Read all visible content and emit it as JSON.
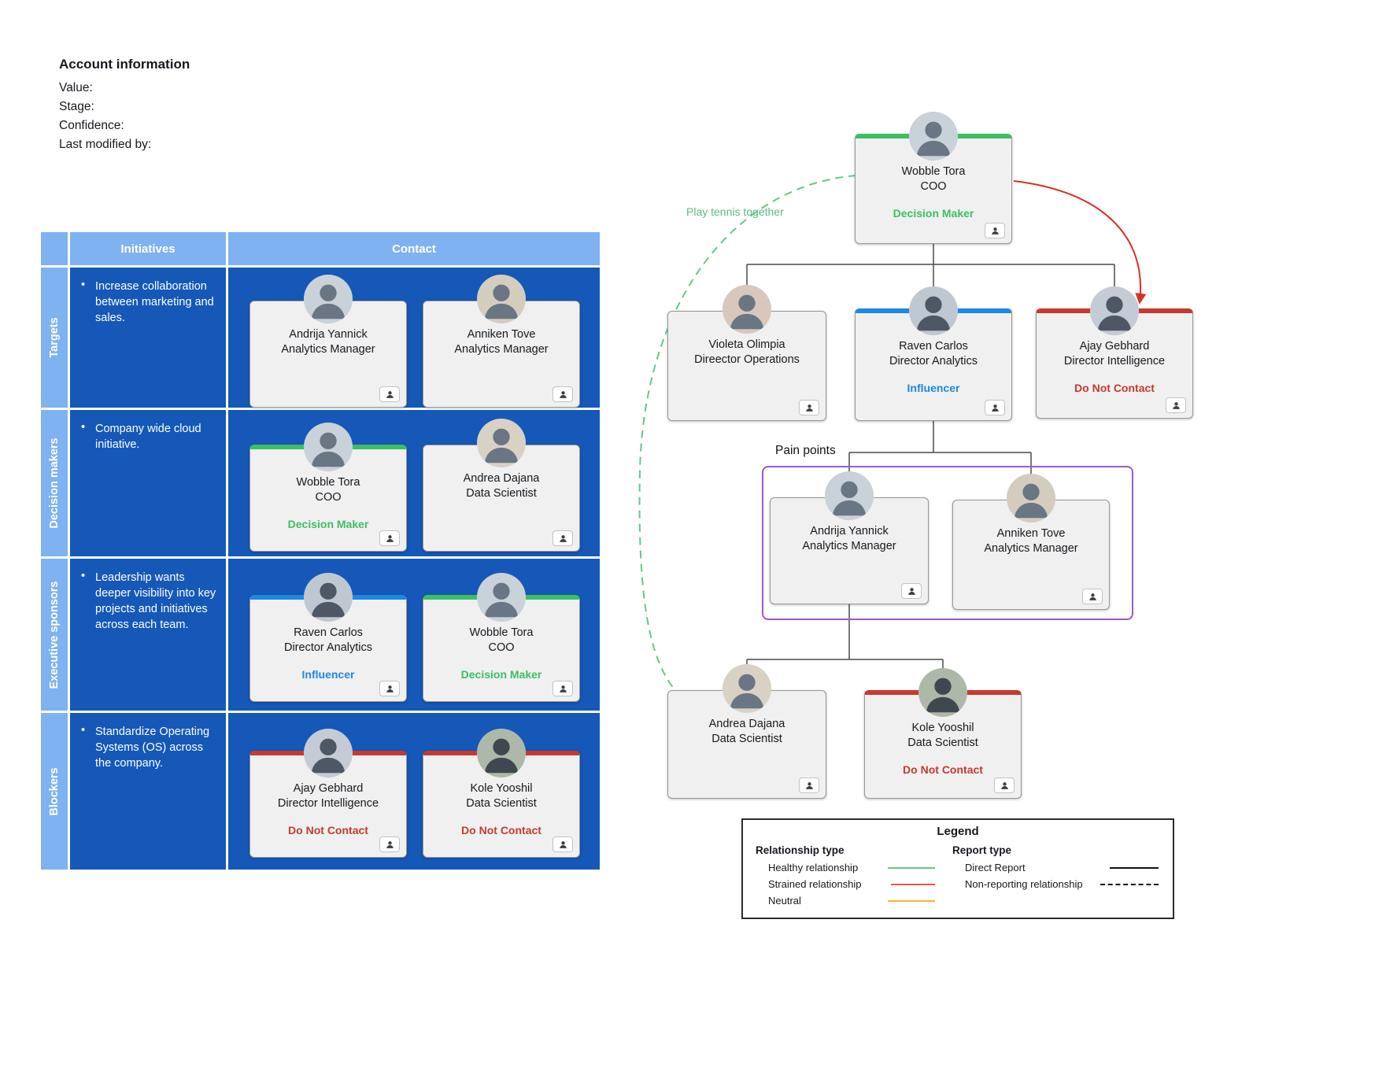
{
  "account_info": {
    "title": "Account information",
    "fields": [
      "Value:",
      "Stage:",
      "Confidence:",
      "Last modified by:"
    ]
  },
  "table": {
    "header": {
      "initiatives": "Initiatives",
      "contact": "Contact"
    },
    "rows": [
      {
        "category": "Targets",
        "initiative": "Increase collaboration between marketing and sales.",
        "contacts": [
          {
            "name": "Andrija Yannick",
            "title": "Analytics Manager",
            "role": ""
          },
          {
            "name": "Anniken Tove",
            "title": "Analytics Manager",
            "role": ""
          }
        ]
      },
      {
        "category": "Decision makers",
        "initiative": "Company wide cloud initiative.",
        "contacts": [
          {
            "name": "Wobble Tora",
            "title": "COO",
            "role": "Decision Maker"
          },
          {
            "name": "Andrea Dajana",
            "title": "Data Scientist",
            "role": ""
          }
        ]
      },
      {
        "category": "Executive sponsors",
        "initiative": "Leadership wants deeper visibility into key projects and initiatives across each team.",
        "contacts": [
          {
            "name": "Raven Carlos",
            "title": "Director Analytics",
            "role": "Influencer"
          },
          {
            "name": "Wobble Tora",
            "title": "COO",
            "role": "Decision Maker"
          }
        ]
      },
      {
        "category": "Blockers",
        "initiative": "Standardize Operating Systems (OS) across the company.",
        "contacts": [
          {
            "name": "Ajay Gebhard",
            "title": "Director Intelligence",
            "role": "Do Not Contact"
          },
          {
            "name": "Kole Yooshil",
            "title": "Data Scientist",
            "role": "Do Not Contact"
          }
        ]
      }
    ]
  },
  "org_chart": {
    "relationship_label": "Play tennis together",
    "group_label": "Pain points",
    "nodes": {
      "wobble": {
        "name": "Wobble Tora",
        "title": "COO",
        "role": "Decision Maker"
      },
      "violeta": {
        "name": "Violeta Olimpia",
        "title": "Direector Operations",
        "role": ""
      },
      "raven": {
        "name": "Raven Carlos",
        "title": "Director Analytics",
        "role": "Influencer"
      },
      "ajay": {
        "name": "Ajay Gebhard",
        "title": "Director Intelligence",
        "role": "Do Not Contact"
      },
      "andrija": {
        "name": "Andrija Yannick",
        "title": "Analytics Manager",
        "role": ""
      },
      "anniken": {
        "name": "Anniken Tove",
        "title": "Analytics Manager",
        "role": ""
      },
      "andrea": {
        "name": "Andrea Dajana",
        "title": "Data Scientist",
        "role": ""
      },
      "kole": {
        "name": "Kole Yooshil",
        "title": "Data Scientist",
        "role": "Do Not Contact"
      }
    }
  },
  "legend": {
    "title": "Legend",
    "relationship_header": "Relationship type",
    "report_header": "Report type",
    "relationship_items": [
      {
        "label": "Healthy relationship"
      },
      {
        "label": "Strained relationship"
      },
      {
        "label": "Neutral"
      }
    ],
    "report_items": [
      {
        "label": "Direct Report"
      },
      {
        "label": "Non-reporting relationship"
      }
    ]
  },
  "colors": {
    "table_body_blue": "#1558B8",
    "table_header_blue": "#7FB2F0",
    "card_bg": "#F0F0F0",
    "decision_maker_green": "#3DBE63",
    "influencer_blue": "#1E88E5",
    "do_not_contact_red": "#C63A2F",
    "pain_points_purple": "#9B59D0",
    "healthy_green": "#63C888",
    "strained_red": "#E4584A",
    "neutral_yellow": "#E8B93B",
    "connector_gray": "#4A4A4A"
  }
}
